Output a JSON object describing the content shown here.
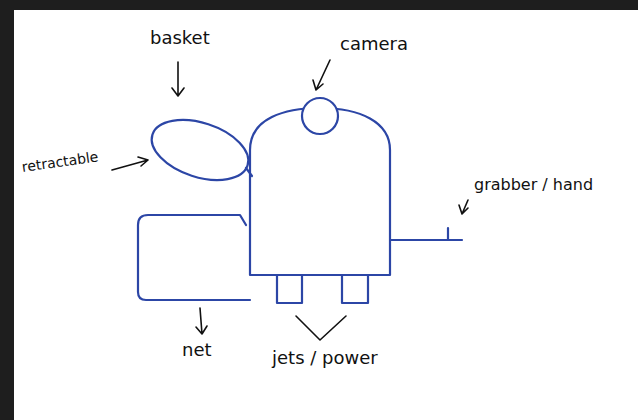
{
  "diagram": {
    "labels": [
      "basket",
      "camera",
      "retractable",
      "grabber / hand",
      "net",
      "jets / power"
    ]
  }
}
